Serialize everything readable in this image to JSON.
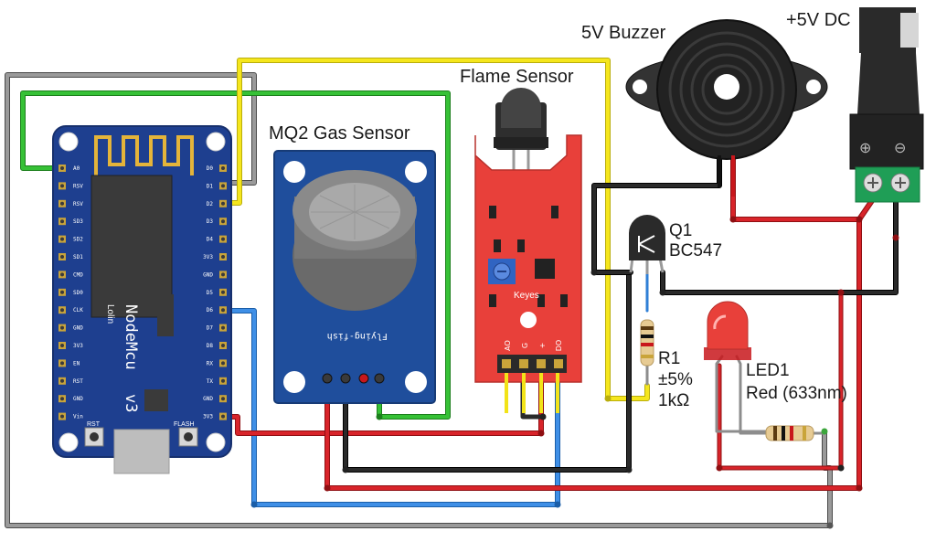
{
  "labels": {
    "mq2_title": "MQ2 Gas Sensor",
    "flame_title": "Flame Sensor",
    "buzzer_title": "5V Buzzer",
    "dc_title": "+5V DC",
    "q1_name": "Q1",
    "q1_part": "BC547",
    "r1_name": "R1",
    "r1_tol": "±5%",
    "r1_val": "1kΩ",
    "led_name": "LED1",
    "led_color": "Red (633nm)"
  },
  "nodemcu": {
    "name": "NodeMcu",
    "version": "v3",
    "maker": "Lolin",
    "rst_label": "RST",
    "flash_label": "FLASH",
    "left_pins": [
      "A0",
      "RSV",
      "RSV",
      "SD3",
      "SD2",
      "SD1",
      "CMD",
      "SD0",
      "CLK",
      "GND",
      "3V3",
      "EN",
      "RST",
      "GND",
      "Vin"
    ],
    "right_pins": [
      "D0",
      "D1",
      "D2",
      "D3",
      "D4",
      "3V3",
      "GND",
      "D5",
      "D6",
      "D7",
      "D8",
      "RX",
      "TX",
      "GND",
      "3V3"
    ]
  },
  "mq2": {
    "silk": "Flying-fish"
  },
  "flame": {
    "silk": "Keyes",
    "pins": [
      "AO",
      "G",
      "+",
      "DO"
    ]
  },
  "dc_jack": {
    "minus": "⊖",
    "plus": "⊕"
  },
  "colors": {
    "board_blue": "#1e3f8f",
    "module_red": "#e8403a",
    "wire_red": "#c8171c",
    "wire_black": "#1a1a1a",
    "wire_yellow": "#f2e318",
    "wire_green": "#2bb52b",
    "wire_blue": "#2f7fd6",
    "wire_gray": "#8a8a8a"
  }
}
